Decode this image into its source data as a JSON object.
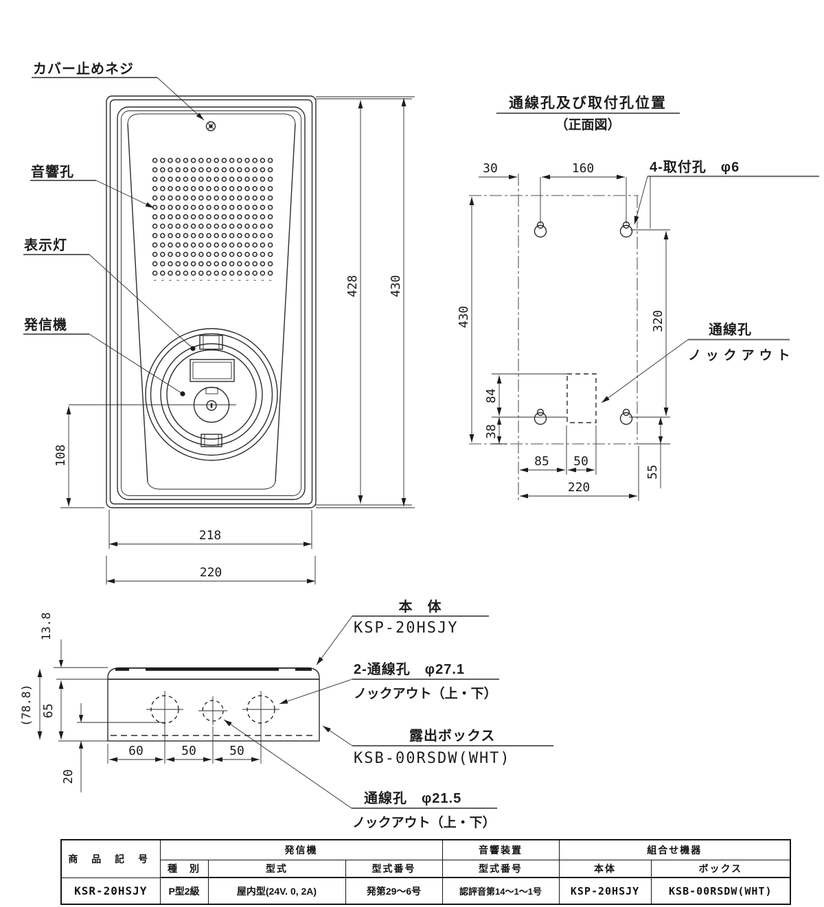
{
  "colors": {
    "background": "#ffffff",
    "line": "#2a2a2a",
    "phantom_line": "#8a8a8a"
  },
  "front_view": {
    "labels": {
      "cover_screw": "カバー止めネジ",
      "sound_holes": "音響孔",
      "indicator_lamp": "表示灯",
      "transmitter": "発信機"
    },
    "dims": {
      "inner_height": "428",
      "outer_height": "430",
      "button_to_bottom": "108",
      "inner_width": "218",
      "outer_width": "220"
    }
  },
  "hole_layout": {
    "title": "通線孔及び取付孔位置",
    "subtitle": "（正面図）",
    "mounting_hole_label": "4-取付孔　φ6",
    "wiring_hole_label": "通線孔",
    "wiring_hole_sub": "ノックアウト",
    "dims": {
      "edge_to_hole": "30",
      "hole_spacing_h": "160",
      "overall_height": "430",
      "hole_spacing_v": "320",
      "knockout_above": "84",
      "hole_to_bottom": "38",
      "knockout_left": "85",
      "knockout_width": "50",
      "overall_width": "220",
      "bottom_margin": "55"
    }
  },
  "side_view": {
    "body_label": "本　体",
    "body_model": "KSP-20HSJY",
    "wiring2_label": "2-通線孔　φ27.1",
    "wiring2_sub": "ノックアウト（上・下）",
    "box_label": "露出ボックス",
    "box_model": "KSB-00RSDW(WHT)",
    "wiring1_label": "通線孔　φ21.5",
    "wiring1_sub": "ノックアウト（上・下）",
    "dims": {
      "cap_height": "13.8",
      "total_height": "(78.8)",
      "body_height": "65",
      "hole_to_bottom": "20",
      "d1": "60",
      "d2": "50",
      "d3": "50"
    }
  },
  "spec_table": {
    "headers": {
      "product_code": "商 品 記 号",
      "transmitter": "発信機",
      "kind": "種　別",
      "model": "型式",
      "model_no": "型式番号",
      "sounder": "音響装置",
      "sounder_model_no": "型式番号",
      "combination": "組合せ機器",
      "body": "本体",
      "box": "ボックス"
    },
    "row": {
      "product_code": "KSR-20HSJY",
      "kind": "P型2級",
      "model": "屋内型(24V. 0, 2A)",
      "model_no": "発第29～6号",
      "sounder_model_no": "認評音第14～1～1号",
      "body": "KSP-20HSJY",
      "box": "KSB-00RSDW(WHT)"
    }
  }
}
